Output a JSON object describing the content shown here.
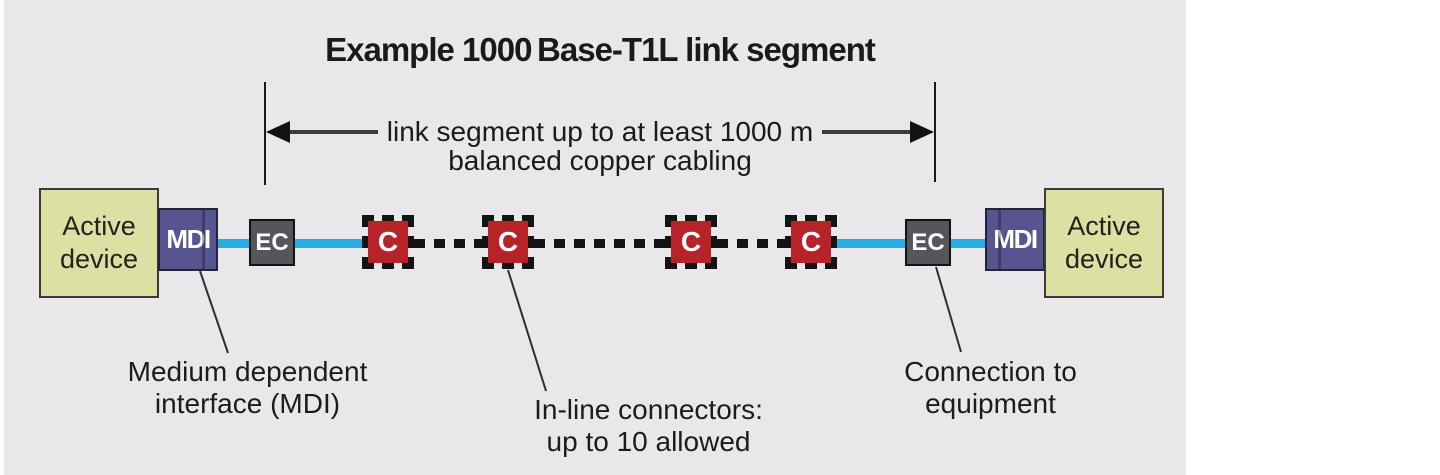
{
  "figure": {
    "title": "Example 1000 Base-T1L link segment",
    "dimension": {
      "arrow_label": "link segment up to at least 1000 m",
      "arrow_sublabel": "balanced copper cabling"
    },
    "nodes": {
      "active_left": "Active device",
      "mdi_left": "MDI",
      "ec_left": "EC",
      "ec_right": "EC",
      "mdi_right": "MDI",
      "active_right": "Active device"
    },
    "connectors": [
      "C",
      "C",
      "C",
      "C"
    ],
    "annotations": {
      "mdi": [
        "Medium dependent",
        "interface (MDI)"
      ],
      "inline_connectors": [
        "In-line connectors:",
        "up to 10 allowed"
      ],
      "equipment": [
        "Connection to",
        "equipment"
      ]
    },
    "colors": {
      "figure_background": "#eae7ea",
      "page_background": "#ffffff",
      "active_device_fill": "#dde0a3",
      "mdi_fill": "#56558f",
      "ec_fill": "#545659",
      "connector_fill": "#b8232a",
      "cable_blue": "#29abe3",
      "dash_black": "#141414",
      "text": "#1c1c1c"
    }
  }
}
